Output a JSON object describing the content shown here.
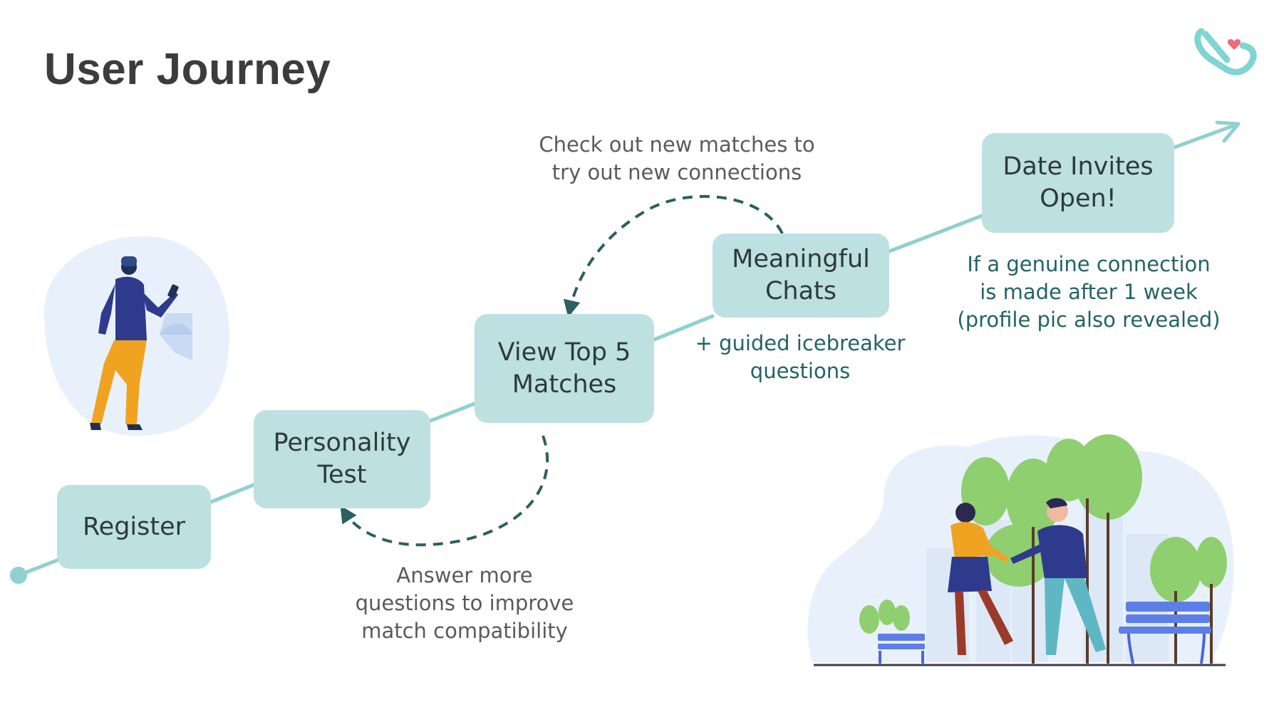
{
  "title": "User Journey",
  "stages": [
    {
      "id": "register",
      "label": "Register"
    },
    {
      "id": "personality-test",
      "label": "Personality\nTest"
    },
    {
      "id": "view-top-5",
      "label": "View Top 5\nMatches"
    },
    {
      "id": "meaningful-chats",
      "label": "Meaningful\nChats"
    },
    {
      "id": "date-invites",
      "label": "Date Invites\nOpen!"
    }
  ],
  "notes": {
    "check_matches": "Check out new matches to\ntry out new connections",
    "answer_more": "Answer more\nquestions to improve\nmatch compatibility",
    "icebreaker": "+ guided icebreaker\nquestions",
    "genuine_connection": "If a genuine connection\nis made after 1 week\n(profile pic also revealed)"
  },
  "colors": {
    "stage_fill": "#bde0e0",
    "path_line": "#8fd0d0",
    "dashed_arrow": "#2c5f62",
    "title": "#3c3c3c",
    "teal_text": "#236366"
  },
  "icons": [
    "logo-icon",
    "person-with-phone-illustration",
    "couple-in-park-illustration"
  ]
}
